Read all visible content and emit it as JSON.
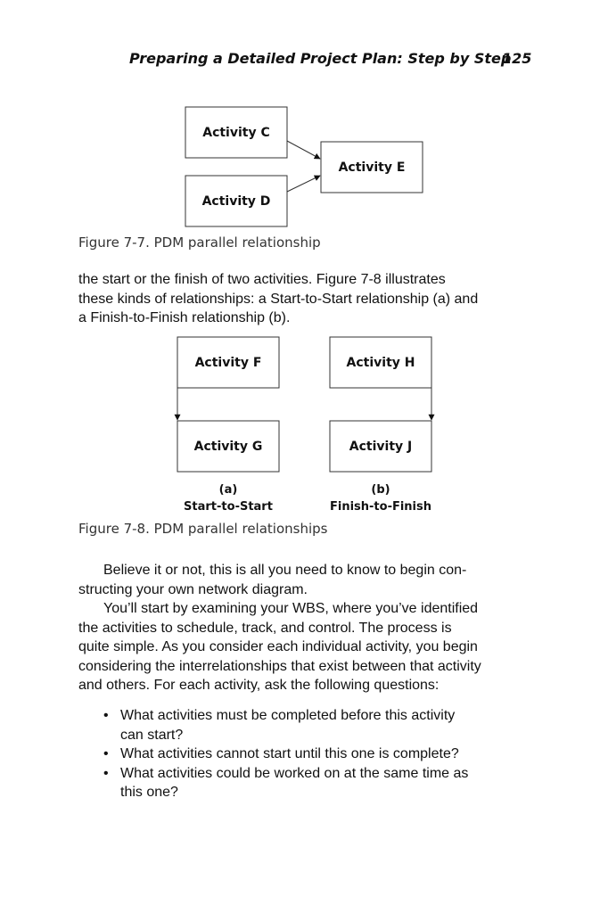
{
  "header": {
    "title": "Preparing a Detailed Project Plan: Step by Step",
    "page_number": "125"
  },
  "figure_7_7": {
    "activities": [
      "Activity C",
      "Activity D",
      "Activity E"
    ],
    "caption": "Figure 7-7. PDM parallel relationship"
  },
  "body_intro": {
    "lines": [
      "the start or the finish of two activities. Figure 7-8 illustrates",
      "these kinds of relationships: a Start-to-Start relationship (a) and",
      "a Finish-to-Finish relationship (b)."
    ]
  },
  "figure_7_8": {
    "panel_a": {
      "top": "Activity F",
      "bottom": "Activity G",
      "letter": "(a)",
      "label": "Start-to-Start"
    },
    "panel_b": {
      "top": "Activity H",
      "bottom": "Activity J",
      "letter": "(b)",
      "label": "Finish-to-Finish"
    },
    "caption": "Figure 7-8. PDM parallel relationships"
  },
  "paragraphs": {
    "p1_lines": [
      "Believe it or not, this is all you need to know to begin con-",
      "structing your own network diagram."
    ],
    "p2_lines": [
      "You’ll start by examining your WBS, where you’ve identified",
      "the activities to schedule, track, and control. The process is",
      "quite simple. As you consider each individual activity, you begin",
      "considering the interrelationships that exist between that activity",
      "and others. For each activity, ask the following questions:"
    ]
  },
  "questions": [
    {
      "line1": "What activities must be completed before this activity",
      "line2": "can start?"
    },
    {
      "line1": "What activities cannot start until this one is complete?",
      "line2": ""
    },
    {
      "line1": "What activities could be worked on at the same time as",
      "line2": "this one?"
    }
  ],
  "bullet_glyph": "•"
}
